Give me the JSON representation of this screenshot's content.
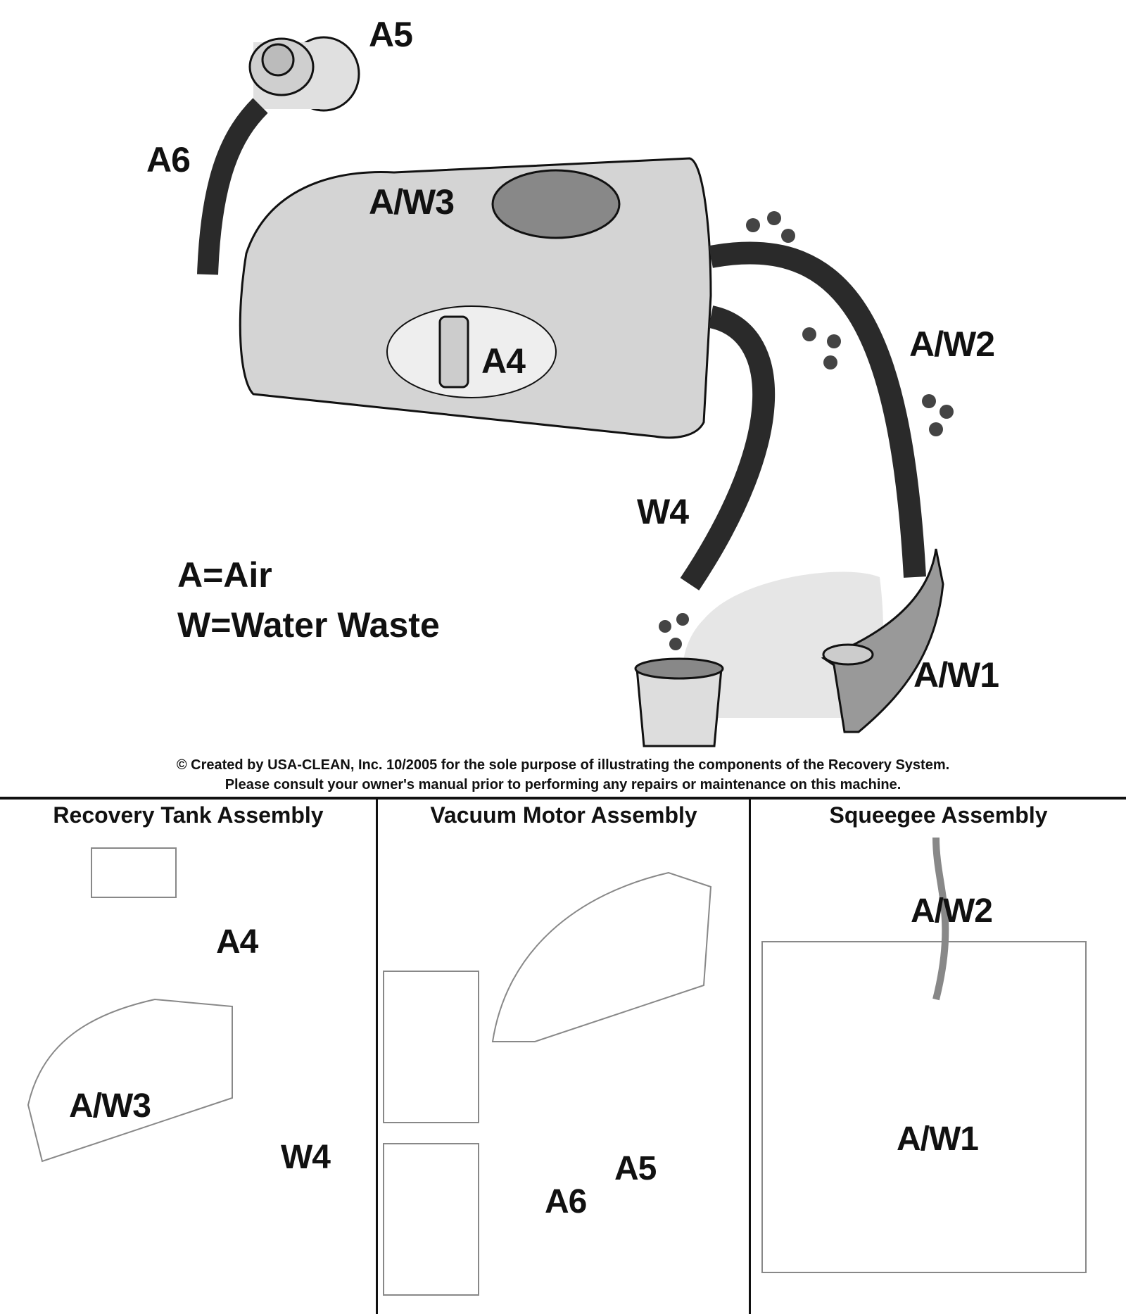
{
  "diagram": {
    "labels": {
      "a5": "A5",
      "a6": "A6",
      "aw3": "A/W3",
      "a4": "A4",
      "aw2": "A/W2",
      "w4": "W4",
      "aw1": "A/W1"
    },
    "legend": {
      "air": "A=Air",
      "water": "W=Water Waste"
    },
    "caption": {
      "line1": "© Created by USA-CLEAN, Inc. 10/2005 for the sole purpose of illustrating the components of the Recovery System.",
      "line2": "Please consult your owner's manual prior to performing any repairs or maintenance on this machine."
    }
  },
  "panels": [
    {
      "title": "Recovery Tank Assembly",
      "labels": [
        "A4",
        "A/W3",
        "W4"
      ]
    },
    {
      "title": "Vacuum Motor Assembly",
      "labels": [
        "A5",
        "A6"
      ]
    },
    {
      "title": "Squeegee Assembly",
      "labels": [
        "A/W2",
        "A/W1"
      ]
    }
  ],
  "colors": {
    "ink": "#111111",
    "tank": "#d4d4d4",
    "water": "#e6e6e6",
    "hose": "#2a2a2a"
  }
}
